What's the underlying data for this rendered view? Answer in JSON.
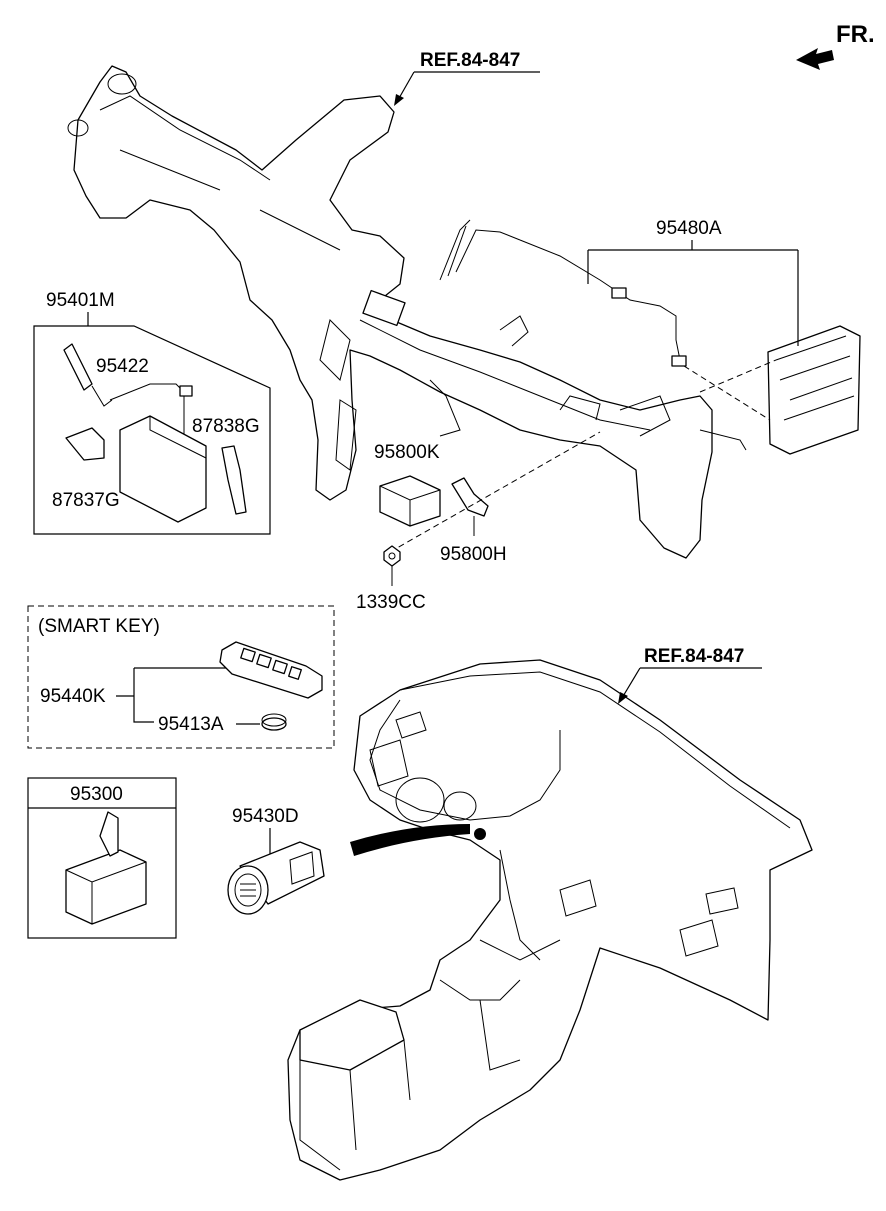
{
  "orientation": "FR.",
  "references": {
    "top": "REF.84-847",
    "dash": "REF.84-847"
  },
  "parts": {
    "p95480A": "95480A",
    "p95401M": "95401M",
    "p95422": "95422",
    "p87838G": "87838G",
    "p87837G": "87837G",
    "p95800K": "95800K",
    "p95800H": "95800H",
    "p1339CC": "1339CC",
    "smart_key_title": "(SMART KEY)",
    "p95440K": "95440K",
    "p95413A": "95413A",
    "p95300": "95300",
    "p95430D": "95430D"
  }
}
